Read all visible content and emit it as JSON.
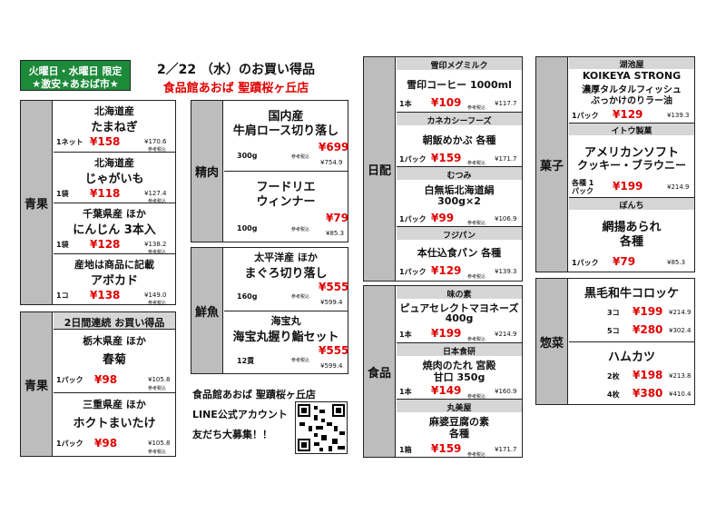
{
  "header": {
    "promo_line1": "火曜日・水曜日 限定",
    "promo_line2": "★激安★あおば市★",
    "date": "2／22 （水）のお買い得品",
    "store": "食品館あおば 聖蹟桜ヶ丘店"
  },
  "tax_note": "参考税込",
  "colors": {
    "price": "#e10000",
    "promo_bg": "#1d8a3a",
    "promo_text": "#ffffff",
    "header_band": "#d6d6d6",
    "side_bg": "#bdbdbd"
  },
  "col1a": {
    "category": "青果",
    "items": [
      {
        "origin": "北海道産",
        "name": "たまねぎ",
        "qty": "1ネット",
        "price": "¥158",
        "tax": "¥170.6"
      },
      {
        "origin": "北海道産",
        "name": "じゃがいも",
        "qty": "1袋",
        "price": "¥118",
        "tax": "¥127.4"
      },
      {
        "origin": "千葉県産 ほか",
        "name": "にんじん 3本入",
        "qty": "1袋",
        "price": "¥128",
        "tax": "¥138.2"
      },
      {
        "origin": "産地は商品に記載",
        "name": "アボカド",
        "qty": "1コ",
        "price": "¥138",
        "tax": "¥149.0"
      }
    ]
  },
  "col1b": {
    "category": "青果",
    "heading": "2日間連続 お買い得品",
    "items": [
      {
        "origin": "栃木県産 ほか",
        "name": "春菊",
        "qty": "1パック",
        "price": "¥98",
        "tax": "¥105.8"
      },
      {
        "origin": "三重県産 ほか",
        "name": "ホクトまいたけ",
        "qty": "1パック",
        "price": "¥98",
        "tax": "¥105.8"
      }
    ]
  },
  "col2a": {
    "category": "精肉",
    "items": [
      {
        "name1": "国内産",
        "name2": "牛肩ロース切り落し",
        "qty": "300g",
        "price": "¥699",
        "tax": "¥754.9"
      },
      {
        "name1": "フードリエ",
        "name2": "ウィンナー",
        "qty": "100g",
        "price": "¥79",
        "tax": "¥85.3"
      }
    ]
  },
  "col2b": {
    "category": "鮮魚",
    "items": [
      {
        "origin": "太平洋産 ほか",
        "name": "まぐろ切り落し",
        "qty": "160g",
        "price": "¥555",
        "tax": "¥599.4"
      },
      {
        "origin": "海宝丸",
        "name": "海宝丸握り鮨セット",
        "qty": "12貫",
        "price": "¥555",
        "tax": "¥599.4"
      }
    ]
  },
  "footer": {
    "line1": "食品館あおば 聖蹟桜ヶ丘店",
    "line2": "LINE公式アカウント",
    "line3": "友だち大募集！！"
  },
  "col3a": {
    "category": "日配",
    "items": [
      {
        "brand": "雪印メグミルク",
        "name": "雪印コーヒー 1000ml",
        "qty": "1本",
        "price": "¥109",
        "tax": "¥117.7"
      },
      {
        "brand": "カネカシーフーズ",
        "name": "朝飯めかぶ 各種",
        "qty": "1パック",
        "price": "¥159",
        "tax": "¥171.7"
      },
      {
        "brand": "むつみ",
        "name": "白無垢北海道絹",
        "name2": "300g×2",
        "qty": "1パック",
        "price": "¥99",
        "tax": "¥106.9"
      },
      {
        "brand": "フジパン",
        "name": "本仕込食パン 各種",
        "qty": "1パック",
        "price": "¥129",
        "tax": "¥139.3"
      }
    ]
  },
  "col3b": {
    "category": "食品",
    "items": [
      {
        "brand": "味の素",
        "name": "ピュアセレクトマヨネーズ",
        "name2": "400g",
        "qty": "1本",
        "price": "¥199",
        "tax": "¥214.9"
      },
      {
        "brand": "日本食研",
        "name": "焼肉のたれ 宮殿",
        "name2": "甘口 350g",
        "qty": "1本",
        "price": "¥149",
        "tax": "¥160.9"
      },
      {
        "brand": "丸美屋",
        "name": "麻婆豆腐の素",
        "name2": "各種",
        "qty": "1箱",
        "price": "¥159",
        "tax": "¥171.7"
      }
    ]
  },
  "col4a": {
    "category": "菓子",
    "items": [
      {
        "brand": "湖池屋",
        "name": "KOIKEYA STRONG",
        "name2": "濃厚タルタルフィッシュ",
        "name3": "ぶっかけのりラー油",
        "qty": "1パック",
        "price": "¥129",
        "tax": "¥139.3"
      },
      {
        "brand": "イトウ製菓",
        "name": "アメリカンソフト",
        "name2": "クッキー・ブラウニー",
        "qty": "各種 1パック",
        "price": "¥199",
        "tax": "¥214.9"
      },
      {
        "brand": "ぼんち",
        "name": "網揚あられ",
        "name2": "各種",
        "qty": "1パック",
        "price": "¥79",
        "tax": "¥85.3"
      }
    ]
  },
  "col4b": {
    "category": "惣菜",
    "items": [
      {
        "name": "黒毛和牛コロッケ",
        "rows": [
          {
            "qty": "3コ",
            "price": "¥199",
            "tax": "¥214.9"
          },
          {
            "qty": "5コ",
            "price": "¥280",
            "tax": "¥302.4"
          }
        ]
      },
      {
        "name": "ハムカツ",
        "rows": [
          {
            "qty": "2枚",
            "price": "¥198",
            "tax": "¥213.8"
          },
          {
            "qty": "4枚",
            "price": "¥380",
            "tax": "¥410.4"
          }
        ]
      }
    ]
  }
}
